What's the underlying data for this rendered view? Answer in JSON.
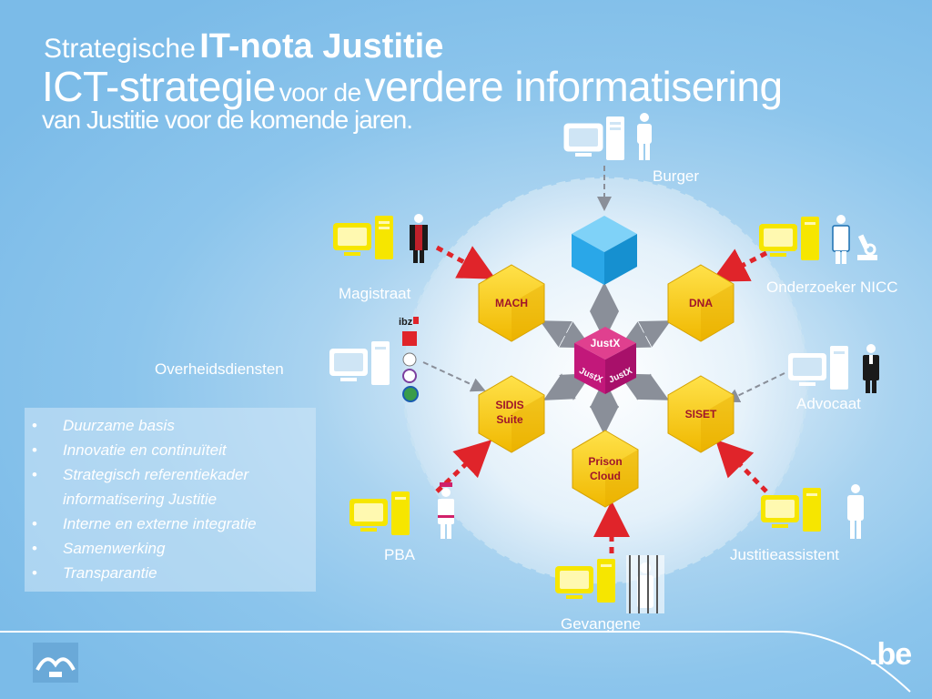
{
  "title": {
    "line1_small": "Strategische",
    "line1_big": "IT-nota Justitie",
    "line2_part1": "ICT-strategie",
    "line2_part2": "voor de",
    "line2_part3": "verdere informatisering",
    "line3": "van Justitie voor de komende jaren."
  },
  "actors": {
    "burger": "Burger",
    "magistraat": "Magistraat",
    "onderzoeker": "Onderzoeker NICC",
    "overheidsdiensten": "Overheidsdiensten",
    "advocaat": "Advocaat",
    "pba": "PBA",
    "justitieassistent": "Justitieassistent",
    "gevangene": "Gevangene"
  },
  "systems": {
    "mach": "MACH",
    "dna": "DNA",
    "sidis_line1": "SIDIS",
    "sidis_line2": "Suite",
    "siset": "SISET",
    "prison_line1": "Prison",
    "prison_line2": "Cloud",
    "hub": "JustX",
    "hub_side_left": "JustX",
    "hub_side_right": "JustX"
  },
  "bullets": [
    "Duurzame basis",
    "Innovatie en continuïteit",
    "Strategisch referentiekader informatisering Justitie",
    "Interne en externe integratie",
    "Samenwerking",
    "Transparantie"
  ],
  "gov_logos": [
    "ibz",
    "",
    "",
    "",
    ""
  ],
  "footer": {
    "brand": ".be"
  },
  "colors": {
    "background": "#8cc5ec",
    "hex_yellow": "#f5c800",
    "hex_yellow_dark": "#d4a100",
    "hub_magenta": "#c2187a",
    "cube_blue": "#2aa7e8",
    "arrow_red": "#e0242a",
    "arrow_grey": "#8a8f99",
    "title_text": "#ffffff",
    "system_text": "#a0152a"
  }
}
